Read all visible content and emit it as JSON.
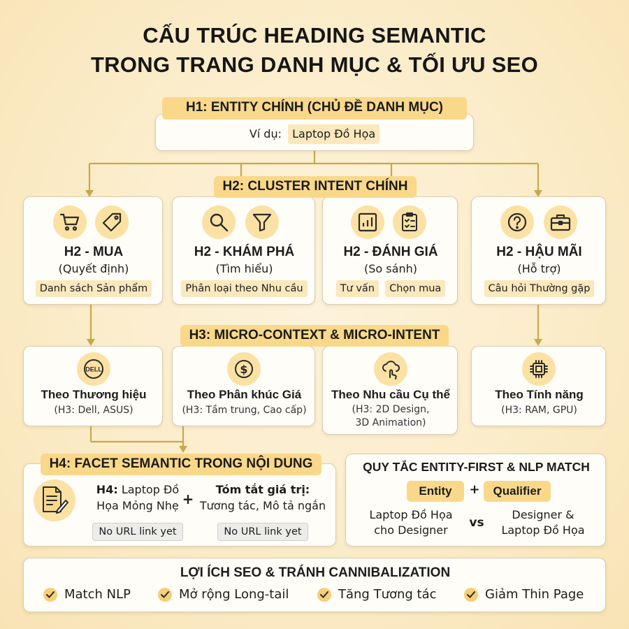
{
  "title": {
    "line1": "CẤU TRÚC HEADING SEMANTIC",
    "line2": "TRONG TRANG DANH MỤC & TỐI ƯU SEO"
  },
  "h1": {
    "band": "H1: ENTITY CHÍNH (CHỦ ĐỀ DANH MỤC)",
    "example_label": "Ví dụ:",
    "example_value": "Laptop Đồ Họa"
  },
  "h2": {
    "band": "H2: CLUSTER INTENT CHÍNH",
    "cards": [
      {
        "title": "H2 - MUA",
        "subtitle": "(Quyết định)",
        "chips": [
          "Danh sách Sản phẩm"
        ],
        "icons": [
          "shopping-cart-icon",
          "price-tag-icon"
        ]
      },
      {
        "title": "H2 - KHÁM PHÁ",
        "subtitle": "(Tìm hiểu)",
        "chips": [
          "Phân loại theo Nhu cầu"
        ],
        "icons": [
          "magnifier-icon",
          "funnel-icon"
        ]
      },
      {
        "title": "H2 - ĐÁNH GIÁ",
        "subtitle": "(So sánh)",
        "chips": [
          "Tư vấn",
          "Chọn mua"
        ],
        "icons": [
          "bar-chart-icon",
          "checklist-icon"
        ]
      },
      {
        "title": "H2 - HẬU MÃI",
        "subtitle": "(Hỗ trợ)",
        "chips": [
          "Câu hỏi Thường gặp"
        ],
        "icons": [
          "question-icon",
          "toolbox-icon"
        ]
      }
    ]
  },
  "h3": {
    "band": "H3: MICRO-CONTEXT & MICRO-INTENT",
    "cards": [
      {
        "title": "Theo Thương hiệu",
        "detail": "(H3: Dell, ASUS)",
        "icon": "dell-logo-icon",
        "logo_text": "DELL"
      },
      {
        "title": "Theo Phân khúc Giá",
        "detail": "(H3: Tầm trung, Cao cấp)",
        "icon": "coin-dollar-icon"
      },
      {
        "title": "Theo Nhu cầu Cụ thể",
        "detail": "(H3: 2D Design,",
        "detail2": "3D Animation)",
        "icon": "cloud-touch-icon"
      },
      {
        "title": "Theo Tính năng",
        "detail": "(H3: RAM, GPU)",
        "icon": "cpu-chip-icon"
      }
    ]
  },
  "h4": {
    "band": "H4: FACET SEMANTIC TRONG NỘI DUNG",
    "left_bold": "H4:",
    "left_line1": "Laptop Đồ",
    "left_line2": "Họa Mỏng Nhẹ",
    "plus": "+",
    "right_bold": "Tóm tắt giá trị:",
    "right_line2": "Tương tác, Mô tả ngắn",
    "url_left": "No URL link yet",
    "url_right": "No URL link yet"
  },
  "rule": {
    "title": "QUY TẮC ENTITY-FIRST & NLP MATCH",
    "entity": "Entity",
    "plus": "+",
    "qualifier": "Qualifier",
    "left_line1": "Laptop Đồ Họa",
    "left_line2": "cho Designer",
    "vs": "vs",
    "right_line1": "Designer &",
    "right_line2": "Laptop Đồ Họa"
  },
  "benefits": {
    "title": "LỢI ÍCH SEO & TRÁNH CANNIBALIZATION",
    "items": [
      "Match NLP",
      "Mở rộng Long-tail",
      "Tăng Tương tác",
      "Giảm Thin Page"
    ]
  },
  "colors": {
    "accent": "#f9d88a",
    "chip": "#fbe8bd",
    "connector": "#c9a84a",
    "background": "#fbecc9",
    "icon_stroke": "#2a2a2a"
  }
}
